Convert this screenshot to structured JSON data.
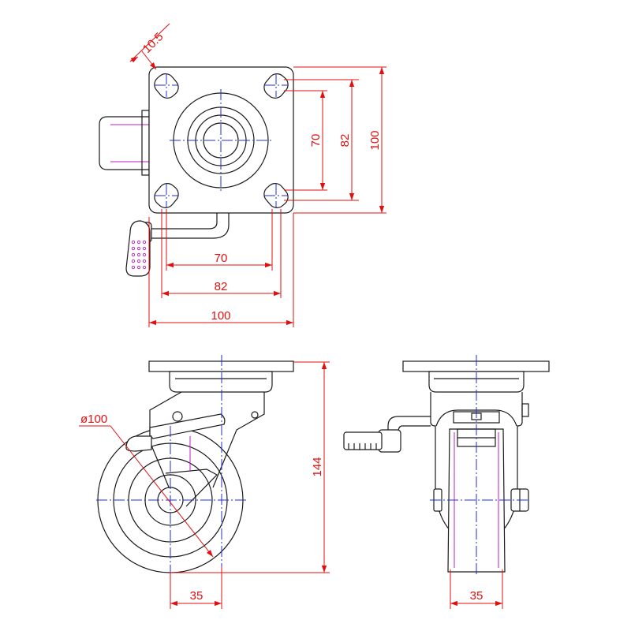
{
  "dimensions": {
    "top_view": {
      "slot_width": "10.5",
      "hole_spacing_v_inner": "70",
      "hole_spacing_v_outer": "82",
      "plate_height": "100",
      "hole_spacing_h_inner": "70",
      "hole_spacing_h_outer": "82",
      "plate_width": "100"
    },
    "side_view": {
      "wheel_diameter": "ø100",
      "overall_height": "144",
      "offset": "35"
    },
    "front_view": {
      "wheel_width": "35"
    }
  },
  "colors": {
    "outline": "#1a1a1a",
    "centerline": "#1f2fd6",
    "dimension": "#e01010",
    "hidden": "#c01ec0"
  }
}
